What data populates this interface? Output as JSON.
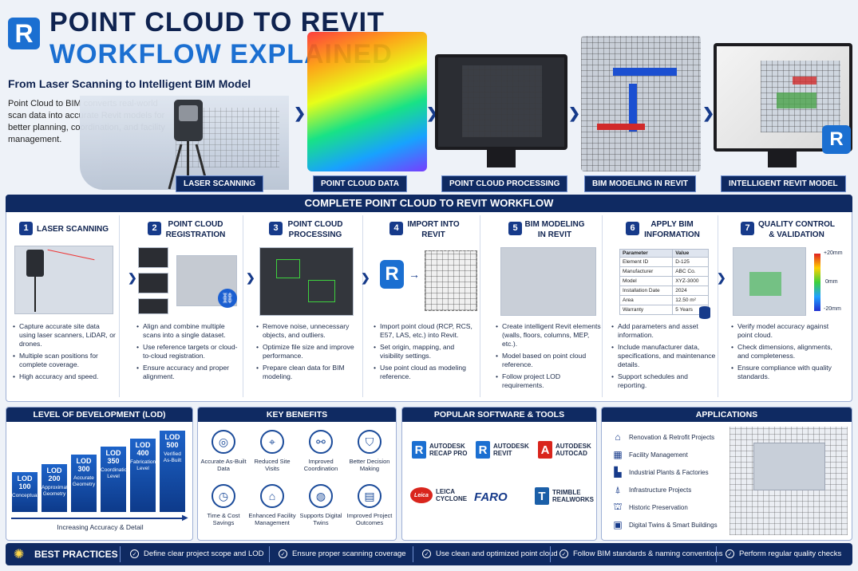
{
  "header": {
    "logo_letter": "R",
    "title_line1": "POINT CLOUD TO REVIT",
    "title_line2": "WORKFLOW EXPLAINED",
    "subtitle": "From Laser Scanning to Intelligent BIM Model",
    "description": "Point Cloud to BIM converts real-world scan data into accurate Revit models for better planning, coordination, and facility management."
  },
  "hero_tags": [
    "LASER SCANNING",
    "POINT CLOUD DATA",
    "POINT CLOUD PROCESSING",
    "BIM MODELING IN REVIT",
    "INTELLIGENT REVIT MODEL"
  ],
  "workflow": {
    "title": "COMPLETE POINT CLOUD TO REVIT WORKFLOW",
    "steps": [
      {
        "num": "1",
        "title": "LASER SCANNING",
        "bullets": [
          "Capture accurate site data using laser scanners, LiDAR, or drones.",
          "Multiple scan positions for complete coverage.",
          "High accuracy and speed."
        ]
      },
      {
        "num": "2",
        "title": "POINT CLOUD REGISTRATION",
        "bullets": [
          "Align and combine multiple scans into a single dataset.",
          "Use reference targets or cloud-to-cloud registration.",
          "Ensure accuracy and proper alignment."
        ]
      },
      {
        "num": "3",
        "title": "POINT CLOUD PROCESSING",
        "bullets": [
          "Remove noise, unnecessary objects, and outliers.",
          "Optimize file size and improve performance.",
          "Prepare clean data for BIM modeling."
        ]
      },
      {
        "num": "4",
        "title": "IMPORT INTO REVIT",
        "bullets": [
          "Import point cloud (RCP, RCS, E57, LAS, etc.) into Revit.",
          "Set origin, mapping, and visibility settings.",
          "Use point cloud as modeling reference."
        ]
      },
      {
        "num": "5",
        "title": "BIM MODELING IN REVIT",
        "bullets": [
          "Create intelligent Revit elements (walls, floors, columns, MEP, etc.).",
          "Model based on point cloud reference.",
          "Follow project LOD requirements."
        ]
      },
      {
        "num": "6",
        "title": "APPLY BIM INFORMATION",
        "bullets": [
          "Add parameters and asset information.",
          "Include manufacturer data, specifications, and maintenance details.",
          "Support schedules and reporting."
        ]
      },
      {
        "num": "7",
        "title": "QUALITY CONTROL & VALIDATION",
        "bullets": [
          "Verify model accuracy against point cloud.",
          "Check dimensions, alignments, and completeness.",
          "Ensure compliance with quality standards."
        ]
      }
    ],
    "param_table": {
      "headers": [
        "Parameter",
        "Value"
      ],
      "rows": [
        [
          "Element ID",
          "D-125"
        ],
        [
          "Manufacturer",
          "ABC Co."
        ],
        [
          "Model",
          "XYZ-3000"
        ],
        [
          "Installation Date",
          "2024"
        ],
        [
          "Area",
          "12.50 m²"
        ],
        [
          "Warranty",
          "5 Years"
        ]
      ]
    },
    "deviation_scale": [
      "+20mm",
      "0mm",
      "-20mm"
    ]
  },
  "lod": {
    "title": "LEVEL OF DEVELOPMENT (LOD)",
    "levels": [
      {
        "name": "LOD 100",
        "desc": "Conceptual"
      },
      {
        "name": "LOD 200",
        "desc": "Approximate Geometry"
      },
      {
        "name": "LOD 300",
        "desc": "Accurate Geometry"
      },
      {
        "name": "LOD 350",
        "desc": "Coordination Level"
      },
      {
        "name": "LOD 400",
        "desc": "Fabrication Level"
      },
      {
        "name": "LOD 500",
        "desc": "Verified As-Built"
      }
    ],
    "footer": "Increasing Accuracy & Detail"
  },
  "benefits": {
    "title": "KEY BENEFITS",
    "items": [
      "Accurate As-Built Data",
      "Reduced Site Visits",
      "Improved Coordination",
      "Better Decision Making",
      "Time & Cost Savings",
      "Enhanced Facility Management",
      "Supports Digital Twins",
      "Improved Project Outcomes"
    ]
  },
  "software": {
    "title": "POPULAR SOFTWARE & TOOLS",
    "tools": [
      {
        "logo": "R",
        "name": "AUTODESK RECAP PRO",
        "color": "#1b6fd1"
      },
      {
        "logo": "R",
        "name": "AUTODESK REVIT",
        "color": "#1b6fd1"
      },
      {
        "logo": "A",
        "name": "AUTODESK AUTOCAD",
        "color": "#d9251c"
      },
      {
        "logo": "Leica",
        "name": "LEICA CYCLONE",
        "color": "#d9251c"
      },
      {
        "logo": "FARO",
        "name": "",
        "color": "#163a8a"
      },
      {
        "logo": "T",
        "name": "TRIMBLE REALWORKS",
        "color": "#1b5fa8"
      }
    ]
  },
  "applications": {
    "title": "APPLICATIONS",
    "items": [
      "Renovation & Retrofit Projects",
      "Facility Management",
      "Industrial Plants & Factories",
      "Infrastructure Projects",
      "Historic Preservation",
      "Digital Twins & Smart Buildings"
    ]
  },
  "best_practices": {
    "title": "BEST PRACTICES",
    "items": [
      "Define clear project scope and LOD",
      "Ensure proper scanning coverage",
      "Use clean and optimized point cloud",
      "Follow BIM standards & naming conventions",
      "Perform regular quality checks"
    ]
  },
  "colors": {
    "navy": "#0f2a62",
    "blue": "#1b6fd1",
    "accent_red": "#d9251c"
  }
}
